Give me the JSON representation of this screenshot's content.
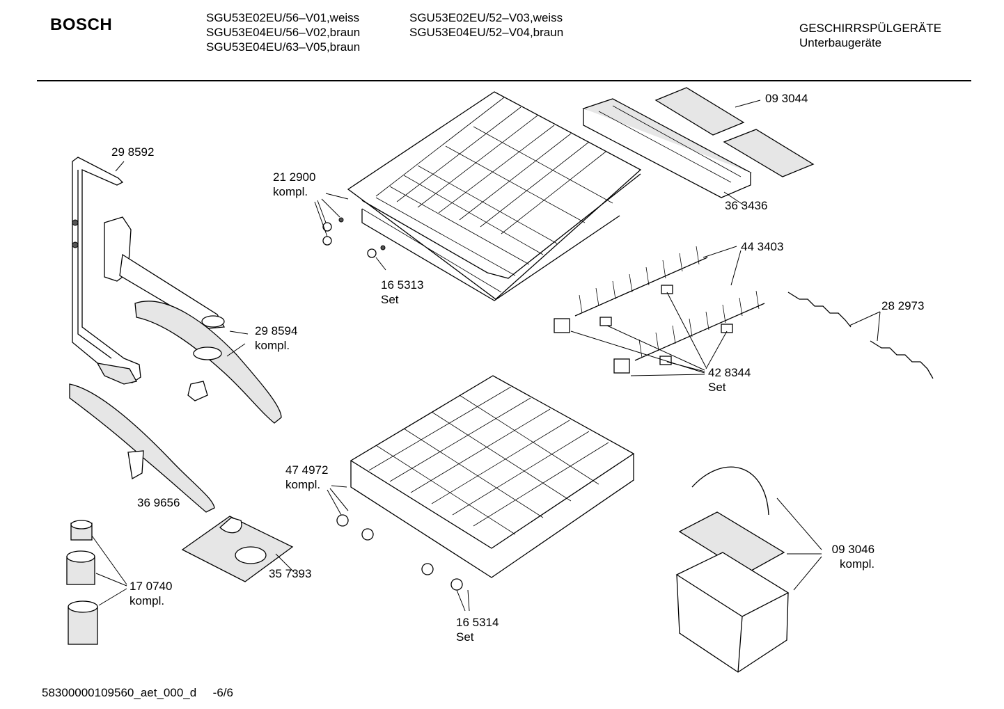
{
  "header": {
    "brand": "BOSCH",
    "models_col1": [
      "SGU53E02EU/56–V01,weiss",
      "SGU53E04EU/56–V02,braun",
      "SGU53E04EU/63–V05,braun"
    ],
    "models_col2": [
      "SGU53E02EU/52–V03,weiss",
      "SGU53E04EU/52–V04,braun"
    ],
    "category": "GESCHIRRSPÜLGERÄTE",
    "subcategory": "Unterbaugeräte"
  },
  "parts": [
    {
      "id": "p298592",
      "number": "29 8592",
      "note": ""
    },
    {
      "id": "p212900",
      "number": "21 2900",
      "note": "kompl."
    },
    {
      "id": "p165313",
      "number": "16 5313",
      "note": "Set"
    },
    {
      "id": "p093044",
      "number": "09 3044",
      "note": ""
    },
    {
      "id": "p363436",
      "number": "36 3436",
      "note": ""
    },
    {
      "id": "p443403",
      "number": "44 3403",
      "note": ""
    },
    {
      "id": "p282973",
      "number": "28 2973",
      "note": ""
    },
    {
      "id": "p298594",
      "number": "29 8594",
      "note": "kompl."
    },
    {
      "id": "p428344",
      "number": "42 8344",
      "note": "Set"
    },
    {
      "id": "p474972",
      "number": "47 4972",
      "note": "kompl."
    },
    {
      "id": "p369656",
      "number": "36 9656",
      "note": ""
    },
    {
      "id": "p357393",
      "number": "35 7393",
      "note": ""
    },
    {
      "id": "p170740",
      "number": "17 0740",
      "note": "kompl."
    },
    {
      "id": "p165314",
      "number": "16 5314",
      "note": "Set"
    },
    {
      "id": "p093046",
      "number": "09 3046",
      "note": "kompl."
    }
  ],
  "footer": {
    "doc_id": "58300000109560_aet_000_d",
    "page": "-6/6"
  }
}
